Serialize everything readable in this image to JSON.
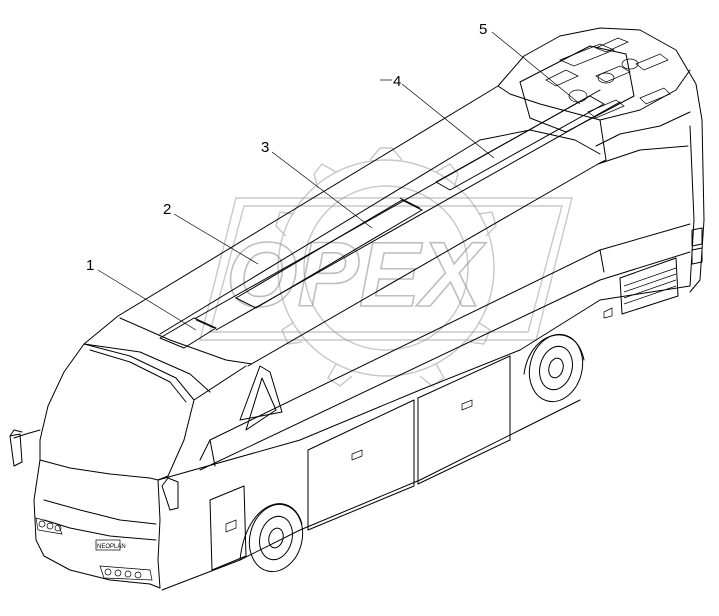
{
  "callouts": [
    {
      "id": "1",
      "label": "1"
    },
    {
      "id": "2",
      "label": "2"
    },
    {
      "id": "3",
      "label": "3"
    },
    {
      "id": "4",
      "label": "4"
    },
    {
      "id": "5",
      "label": "5"
    }
  ],
  "watermark": {
    "text": "OPEX"
  },
  "badge": {
    "text": "NEOPLAN"
  }
}
